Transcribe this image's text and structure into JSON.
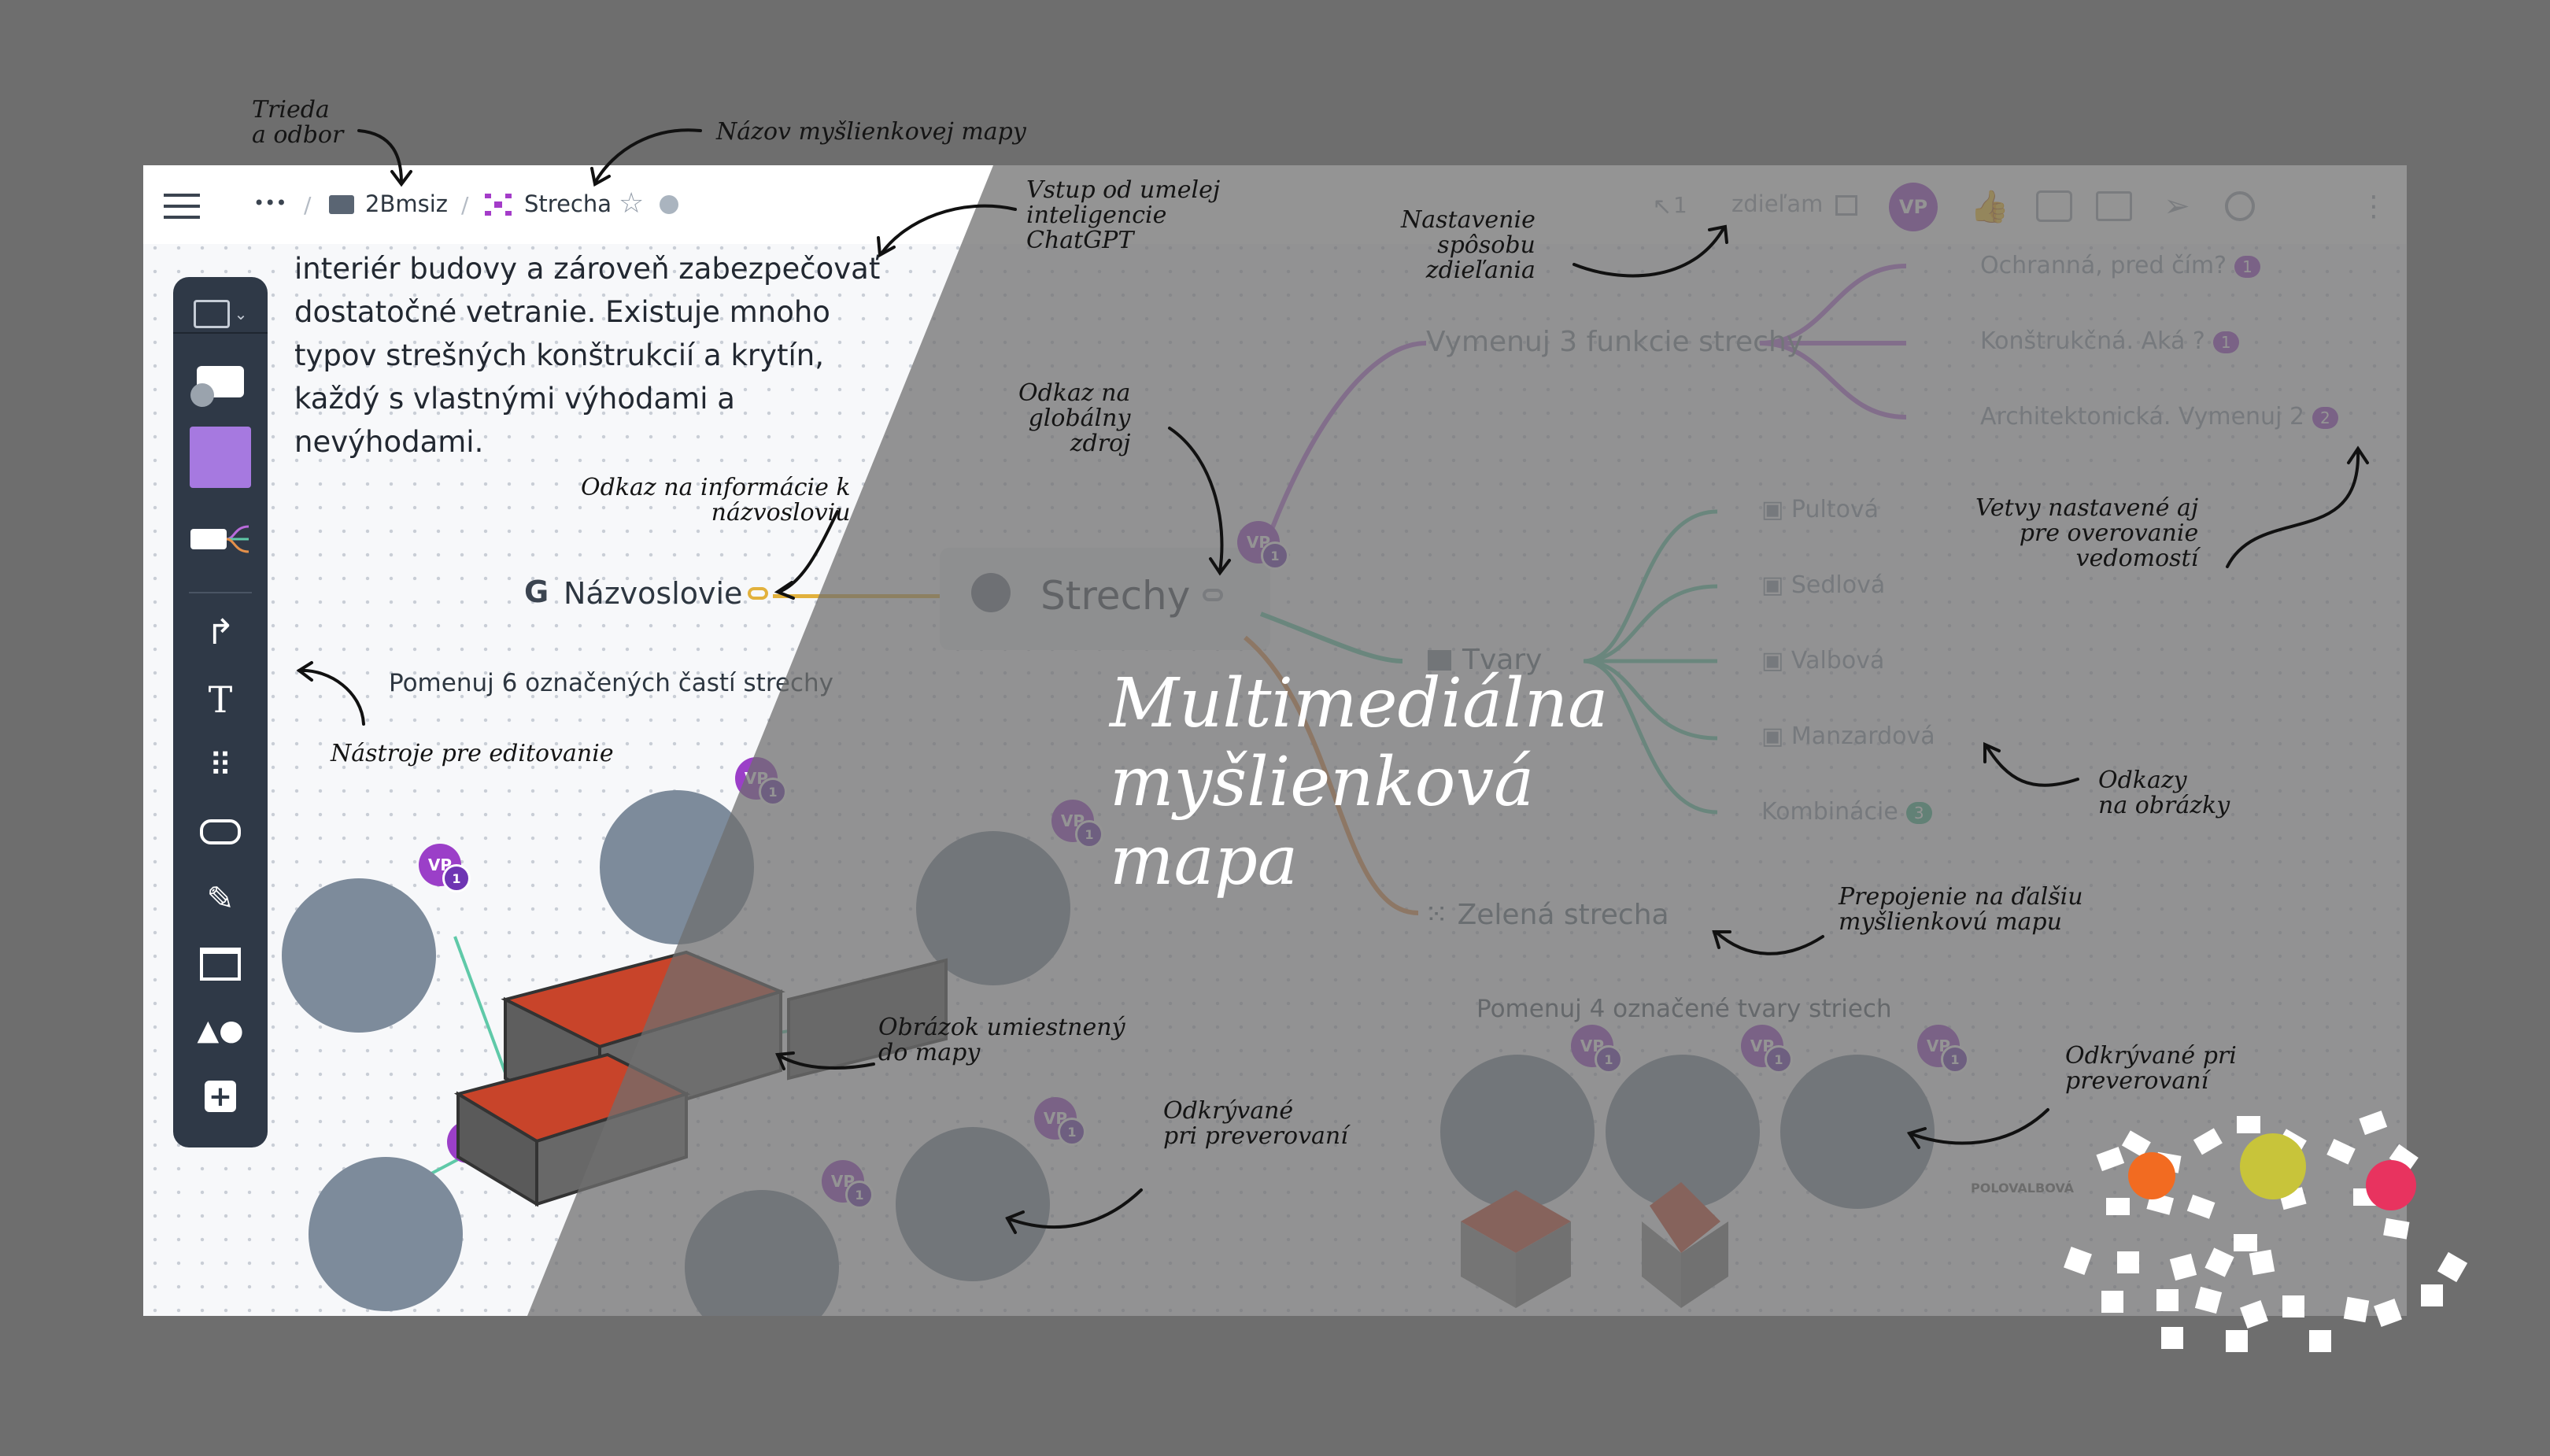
{
  "breadcrumb": {
    "more": "•••",
    "sep": "/",
    "folder": "2Bmsiz",
    "map_name": "Strecha"
  },
  "header": {
    "back_count": "1",
    "share_label": "zdieľam",
    "avatar": "VP"
  },
  "content": {
    "intro_lines": [
      "interiér budovy a zároveň zabezpečovať",
      "dostatočné vetranie. Existuje mnoho",
      "typov strešných konštrukcií a krytín,",
      "každý s vlastnými výhodami a",
      "nevýhodami."
    ],
    "glossary_link": "Názvoslovie",
    "glossary_letter": "G",
    "task_roof_parts": "Pomenuj 6 označených častí strechy",
    "central_node": "Strechy",
    "functions_node": "Vymenuj 3 funkcie strechy",
    "functions": [
      {
        "label": "Ochranná, pred čím?",
        "count": "1"
      },
      {
        "label": "Konštrukčná. Aká ?",
        "count": "1"
      },
      {
        "label": "Architektonická. Vymenuj 2",
        "count": "2"
      }
    ],
    "shapes_node": "Tvary",
    "shapes": [
      "Pultová",
      "Sedlová",
      "Valbová",
      "Manzardová"
    ],
    "shapes_combination": {
      "label": "Kombinácie",
      "count": "3"
    },
    "green_roof_node": "Zelená strecha",
    "task_shapes": "Pomenuj 4 označené tvary striech",
    "photo_caption": "POLOVALBOVÁ",
    "avatar": "VP",
    "avatar_count": "1"
  },
  "annotations": {
    "class_field": [
      "Trieda",
      "a odbor"
    ],
    "map_name": "Názov myšlienkovej mapy",
    "ai_input": [
      "Vstup od umelej",
      "inteligencie",
      "ChatGPT"
    ],
    "share_settings": [
      "Nastavenie",
      "spôsobu",
      "zdieľania"
    ],
    "global_source": [
      "Odkaz na",
      "globálny",
      "zdroj"
    ],
    "terminology_link": [
      "Odkaz na informácie k",
      "názvosloviu"
    ],
    "edit_tools": "Nástroje pre editovanie",
    "verify_branches": [
      "Vetvy nastavené aj",
      "pre overovanie",
      "vedomostí"
    ],
    "image_links": [
      "Odkazy",
      "na obrázky"
    ],
    "next_map": [
      "Prepojenie na ďalšiu",
      "myšlienkovú mapu"
    ],
    "image_in_map": [
      "Obrázok umiestnený",
      "do mapy"
    ],
    "reveal_left": [
      "Odkrývané",
      "pri preverovaní"
    ],
    "reveal_right": [
      "Odkrývané pri",
      "preverovaní"
    ]
  },
  "title_overlay": [
    "Multimediálna",
    "myšlienková",
    "mapa"
  ],
  "colors": {
    "background": "#6e6e6e",
    "accent_purple": "#9b3fc8",
    "toolbar": "#2f3947",
    "dot_orange": "#f26b21",
    "dot_yellow": "#c8c43a",
    "dot_pink": "#e8335f"
  }
}
